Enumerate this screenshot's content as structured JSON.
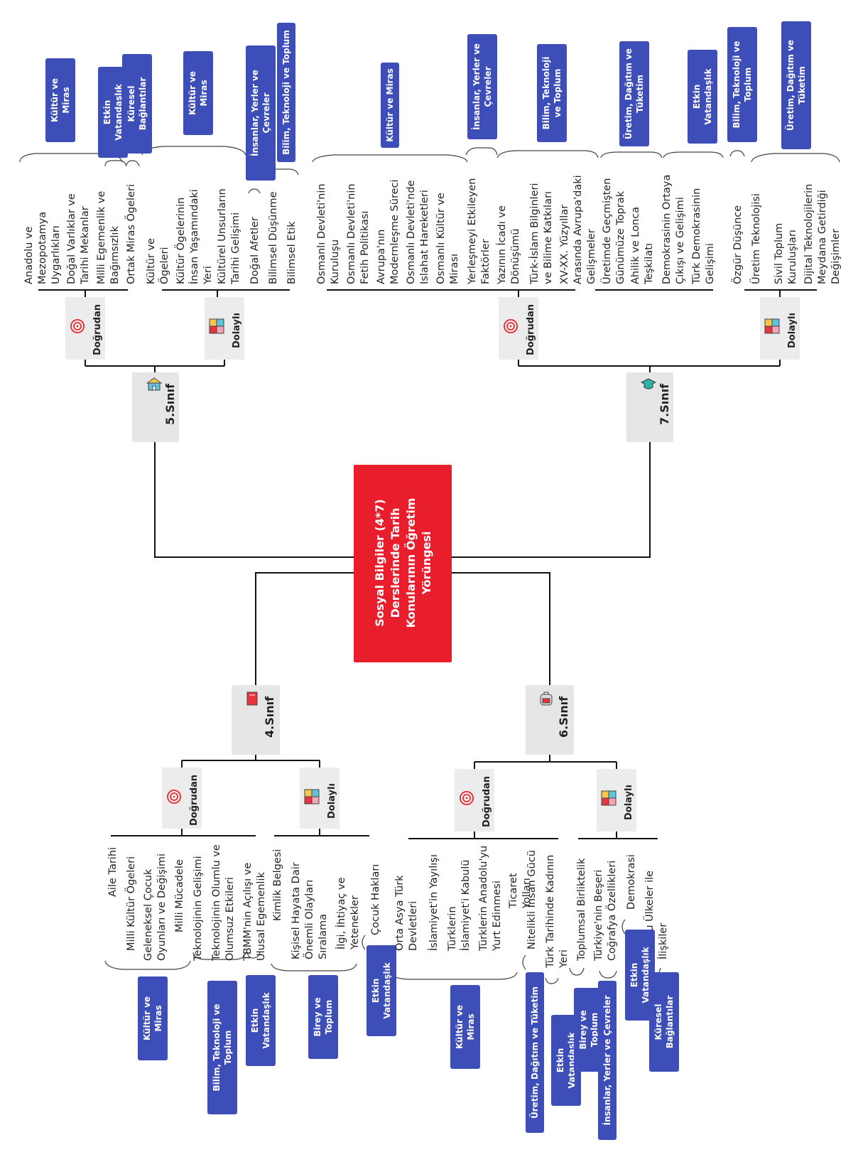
{
  "title": "Sosyal Bilgiler (4*7) Derslerinde Tarih Konularının Öğretim Yörüngesi",
  "grades": {
    "g4": {
      "label": "4.Sınıf",
      "direct": {
        "label": "Doğrudan",
        "items": [
          "Aile Tarihi",
          "Milli Kültür Ögeleri",
          "Geleneksel Çocuk Oyunları ve Değişimi",
          "Milli Mücadele",
          "Teknolojinin Gelişimi",
          "Teknolojinin Olumlu ve Olumsuz Etkileri",
          "TBMM'nin Açılışı ve Ulusal Egemenlik"
        ],
        "themes": [
          "Kültür ve Miras",
          "Bilim, Teknoloji ve Toplum",
          "Etkin Vatandaşlık"
        ]
      },
      "indirect": {
        "label": "Dolaylı",
        "items": [
          "Kimlik Belgesi",
          "Kişisel Hayata Dair Önemli Olayları Sıralama",
          "İlgi, İhtiyaç ve Yetenekler",
          "Çocuk Hakları"
        ],
        "themes": [
          "Birey ve Toplum",
          "Etkin Vatandaşlık"
        ]
      }
    },
    "g5": {
      "label": "5.Sınıf",
      "direct": {
        "label": "Doğrudan",
        "items": [
          "Anadolu ve Mezopotamya Uygarlıkları",
          "Doğal Varlıklar ve Tarihi Mekanlar",
          "Milli Egemenlik ve Bağımsızlık",
          "Ortak Miras Ögeleri"
        ],
        "themes": [
          "Kültür ve Miras",
          "Etkin Vatandaşlık",
          "Küresel Bağlantılar"
        ]
      },
      "indirect": {
        "label": "Dolaylı",
        "items": [
          "Kültür ve Ögeleri",
          "Kültür Ögelerinin İnsan Yaşamındaki Yeri",
          "Kültürel Unsurların Tarihi Gelişimi",
          "Doğal Afetler",
          "Bilimsel Düşünme",
          "Bilimsel Etik"
        ],
        "themes": [
          "Kültür ve Miras",
          "İnsanlar, Yerler ve Çevreler",
          "Bilim, Teknoloji ve Toplum"
        ]
      }
    },
    "g6": {
      "label": "6.Sınıf",
      "direct": {
        "label": "Doğrudan",
        "items": [
          "Orta Asya Türk Devletleri",
          "İslamiyet'in Yayılışı",
          "Türklerin İslamiyet'i Kabulü",
          "Türklerin Anadolu'yu Yurt Edinmesi",
          "Ticaret Yolları",
          "Nitelikli İnsan Gücü",
          "Türk Tarihinde Kadının Yeri"
        ],
        "themes": [
          "Kültür ve Miras",
          "Üretim, Dağıtım ve Tüketim",
          "Etkin Vatandaşlık"
        ]
      },
      "indirect": {
        "label": "Dolaylı",
        "items": [
          "Toplumsal Birliktelik",
          "Türkiye'nin Beşeri Coğrafya Özellikleri",
          "Demokrasi",
          "Komşu Ülkeler ile İlişkiler"
        ],
        "themes": [
          "Birey ve Toplum",
          "İnsanlar, Yerler ve Çevreler",
          "Etkin Vatandaşlık",
          "Küresel Bağlantılar"
        ]
      }
    },
    "g7": {
      "label": "7.Sınıf",
      "direct": {
        "label": "Doğrudan",
        "items": [
          "Osmanlı Devleti'nin Kuruluşu",
          "Osmanlı Devleti'nin Fetih Politikası",
          "Avrupa'nın Modernleşme Süreci",
          "Osmanlı Devleti'nde Islahat Hareketleri",
          "Osmanlı Kültür ve Mirası",
          "Yerleşmeyi Etkileyen Faktörler",
          "Yazının İcadı ve Dönüşümü",
          "Türk-İslam Bilginleri ve Bilime Katkıları",
          "XV-XX. Yüzyıllar Arasında Avrupa'daki Gelişmeler",
          "Üretimde Geçmişten Günümüze Toprak",
          "Ahilik ve Lonca Teşkilatı",
          "Demokrasinin Ortaya Çıkışı ve Gelişimi",
          "Türk Demokrasinin Gelişimi"
        ],
        "themes": [
          "Kültür ve Miras",
          "İnsanlar, Yerler ve Çevreler",
          "Bilim, Teknoloji ve Toplum",
          "Üretim, Dağıtım ve Tüketim",
          "Etkin Vatandaşlık"
        ]
      },
      "indirect": {
        "label": "Dolaylı",
        "items": [
          "Özgür Düşünce",
          "Üretim Teknolojisi",
          "Sivil Toplum Kuruluşları",
          "Dijital Teknolojilerin Meydana Getirdiği Değişimler"
        ],
        "themes": [
          "Bilim, Teknoloji ve Toplum",
          "Üretim, Dağıtım ve Tüketim"
        ]
      }
    }
  },
  "colors": {
    "center": "#e81e2d",
    "badge": "#3d4eb8",
    "line": "#111111",
    "grade_box": "#e6e6e6",
    "kind_box": "#ececec"
  },
  "icons": {
    "g4": "book-icon",
    "g5": "school-icon",
    "g6": "backpack-icon",
    "g7": "graduation-cap-icon",
    "direct": "target-icon",
    "indirect": "puzzle-icon"
  }
}
